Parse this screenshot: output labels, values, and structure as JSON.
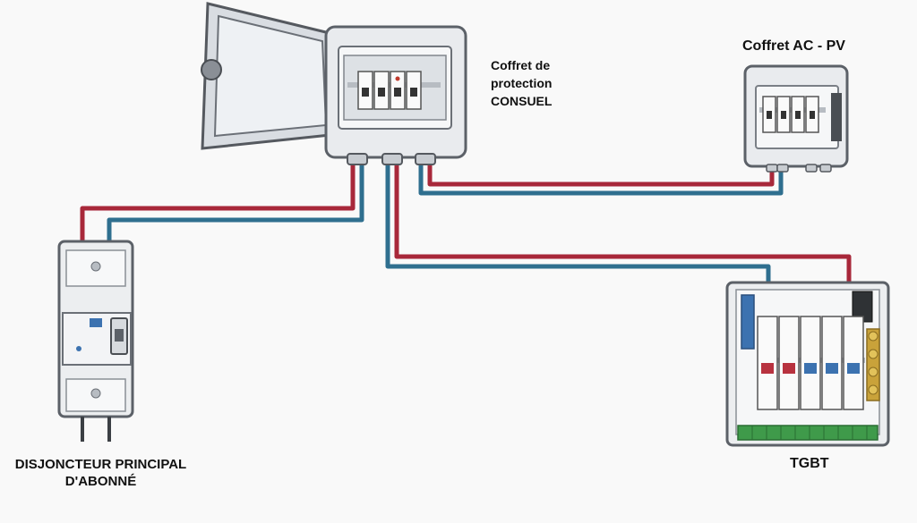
{
  "labels": {
    "consuel": [
      "Coffret de",
      "protection",
      "CONSUEL"
    ],
    "ac_pv": "Coffret AC - PV",
    "main_breaker": [
      "DISJONCTEUR PRINCIPAL",
      "D'ABONNÉ"
    ],
    "tgbt": "TGBT"
  },
  "colors": {
    "phase_wire": "#a8283a",
    "neutral_wire": "#2f6f8f",
    "enclosure": "#e9ebee",
    "outline": "#5c6168",
    "breaker_blue": "#3c72b0",
    "busbar_brass": "#c9a23a",
    "terminal_green": "#3f9a4a"
  }
}
